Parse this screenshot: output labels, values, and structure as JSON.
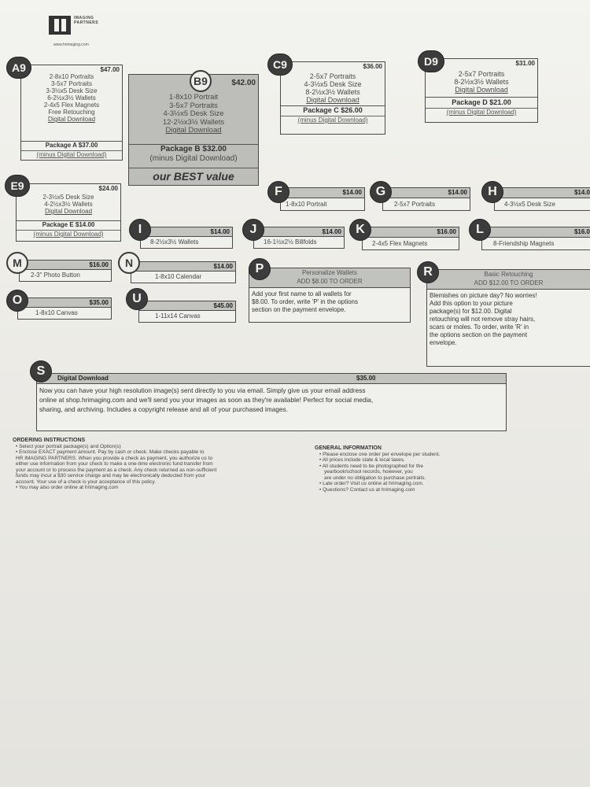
{
  "brand": {
    "logo_text": "IMAGING PARTNERS",
    "website": "www.hrimaging.com"
  },
  "packages": {
    "a9": {
      "letter": "A9",
      "price": "$47.00",
      "items": [
        "2-8x10 Portraits",
        "3-5x7 Portraits",
        "3-3½x5 Desk Size",
        "6-2½x3½ Wallets",
        "2-4x5 Flex Magnets",
        "Free Retouching",
        "Digital Download"
      ],
      "alt": "Package A $37.00",
      "minus": "(minus Digital Download)"
    },
    "b9": {
      "letter": "B9",
      "price": "$42.00",
      "items": [
        "1-8x10 Portrait",
        "3-5x7 Portraits",
        "4-3½x5 Desk Size",
        "12-2½x3½ Wallets",
        "Digital Download"
      ],
      "alt": "Package B $32.00",
      "minus": "(minus Digital Download)",
      "best": "our BEST value"
    },
    "c9": {
      "letter": "C9",
      "price": "$36.00",
      "items": [
        "2-5x7 Portraits",
        "4-3½x5 Desk Size",
        "8-2½x3½ Wallets",
        "Digital Download"
      ],
      "alt": "Package C $26.00",
      "minus": "(minus Digital Download)"
    },
    "d9": {
      "letter": "D9",
      "price": "$31.00",
      "items": [
        "2-5x7 Portraits",
        "8-2½x3½ Wallets",
        "Digital Download"
      ],
      "alt": "Package D $21.00",
      "minus": "(minus Digital Download)"
    },
    "e9": {
      "letter": "E9",
      "price": "$24.00",
      "items": [
        "2-3½x5 Desk Size",
        "4-2½x3½ Wallets",
        "Digital Download"
      ],
      "alt": "Package E $14.00",
      "minus": "(minus Digital Download)"
    }
  },
  "options": {
    "f": {
      "letter": "F",
      "price": "$14.00",
      "desc": "1-8x10 Portrait"
    },
    "g": {
      "letter": "G",
      "price": "$14.00",
      "desc": "2-5x7 Portraits"
    },
    "h": {
      "letter": "H",
      "price": "$14.0",
      "desc": "4-3½x5 Desk Size"
    },
    "i": {
      "letter": "I",
      "price": "$14.00",
      "desc": "8-2½x3½ Wallets"
    },
    "j": {
      "letter": "J",
      "price": "$14.00",
      "desc": "16-1½x2½ Billfolds"
    },
    "k": {
      "letter": "K",
      "price": "$16.00",
      "desc": "2-4x5 Flex Magnets"
    },
    "l": {
      "letter": "L",
      "price": "$16.0",
      "desc": "8-Friendship Magnets"
    },
    "m": {
      "letter": "M",
      "price": "$16.00",
      "desc": "2-3\" Photo Button"
    },
    "n": {
      "letter": "N",
      "price": "$14.00",
      "desc": "1-8x10 Calendar"
    },
    "o": {
      "letter": "O",
      "price": "$35.00",
      "desc": "1-8x10 Canvas"
    },
    "u": {
      "letter": "U",
      "price": "$45.00",
      "desc": "1-11x14 Canvas"
    },
    "p": {
      "letter": "P",
      "title": "Personalize Wallets",
      "add": "ADD $8.00 TO ORDER",
      "lines": [
        "Add your first name to all wallets for",
        "$8.00. To order, write 'P' in the options",
        "section on the payment envelope."
      ]
    },
    "r": {
      "letter": "R",
      "title": "Basic Retouching",
      "add": "ADD $12.00 TO ORDER",
      "lines": [
        "Blemishes on picture day? No worries!",
        "Add this option to your picture",
        "package(s) for $12.00. Digital",
        "retouching will not remove stray hairs,",
        "scars or moles. To order, write 'R' in",
        "the options section on the payment",
        "envelope."
      ]
    },
    "s": {
      "letter": "S",
      "title": "Digital Download",
      "price": "$35.00",
      "lines": [
        "Now you can have your high resolution image(s) sent directly to you via email. Simply give us your email address",
        "online at shop.hrimaging.com and we'll send you your images as soon as they're available! Perfect for social media,",
        "sharing, and archiving. Includes a copyright release and all of your purchased images."
      ]
    }
  },
  "ordering": {
    "title": "ORDERING INSTRUCTIONS",
    "lines": [
      "• Select your portrait package(s) and Option(s)",
      "• Enclose EXACT payment amount. Pay by cash or check. Make checks payable to",
      "HR IMAGING PARTNERS. When you provide a check as payment, you authorize us to",
      "either use information from your check to make a one-time electronic fund transfer from",
      "your account or to process the payment as a check. Any check returned as non-sufficient",
      "funds may incur a $30 service charge and may be electronically deducted from your",
      "account. Your use of a check is your acceptance of this policy.",
      "• You may also order online at hrimaging.com"
    ]
  },
  "general": {
    "title": "GENERAL INFORMATION",
    "lines": [
      "• Please enclose one order per envelope per student.",
      "• All prices include state & local taxes.",
      "• All students need to be photographed for the",
      "yearbook/school records, however, you",
      "are under no obligation to purchase portraits.",
      "• Late order? Visit us online at hrimaging.com.",
      "• Questions? Contact us at hrimaging.com"
    ]
  }
}
